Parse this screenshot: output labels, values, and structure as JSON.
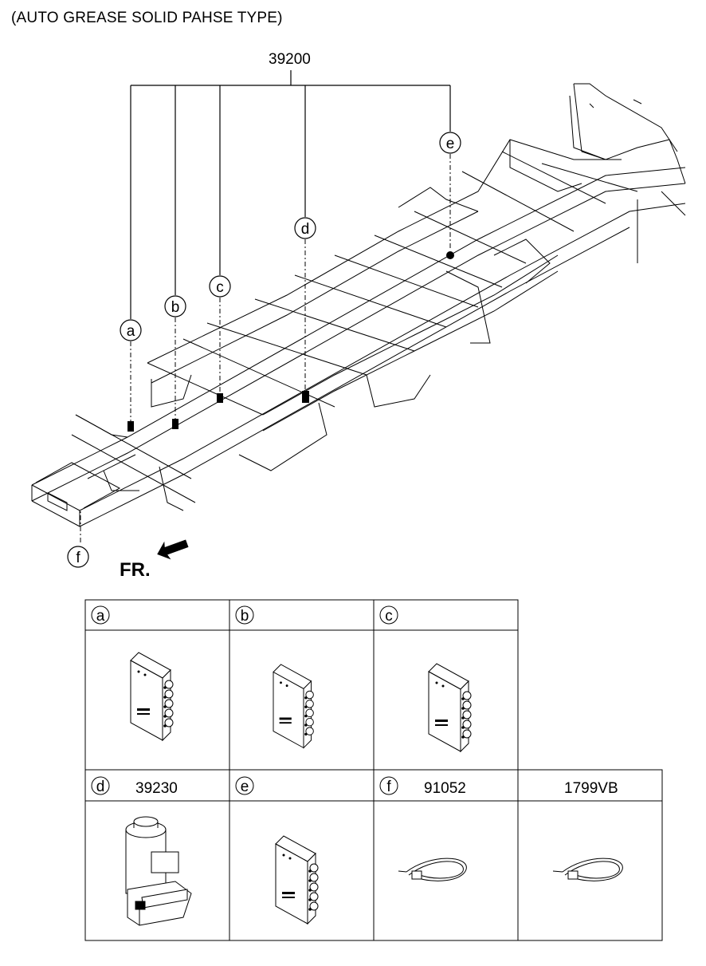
{
  "title": "(AUTO GREASE SOLID PAHSE TYPE)",
  "assembly_number": "39200",
  "front_label": "FR.",
  "callouts": [
    "a",
    "b",
    "c",
    "d",
    "e",
    "f"
  ],
  "table": {
    "row1": [
      {
        "letter": "a",
        "part_no": ""
      },
      {
        "letter": "b",
        "part_no": ""
      },
      {
        "letter": "c",
        "part_no": ""
      }
    ],
    "row2": [
      {
        "letter": "d",
        "part_no": "39230"
      },
      {
        "letter": "e",
        "part_no": ""
      },
      {
        "letter": "f",
        "part_no": "91052"
      },
      {
        "letter": "",
        "part_no": "1799VB"
      }
    ]
  },
  "icons": {
    "distributor": "grease-distributor-block-icon",
    "pump": "grease-pump-icon",
    "tie": "cable-tie-icon",
    "arrow": "front-arrow-icon"
  }
}
